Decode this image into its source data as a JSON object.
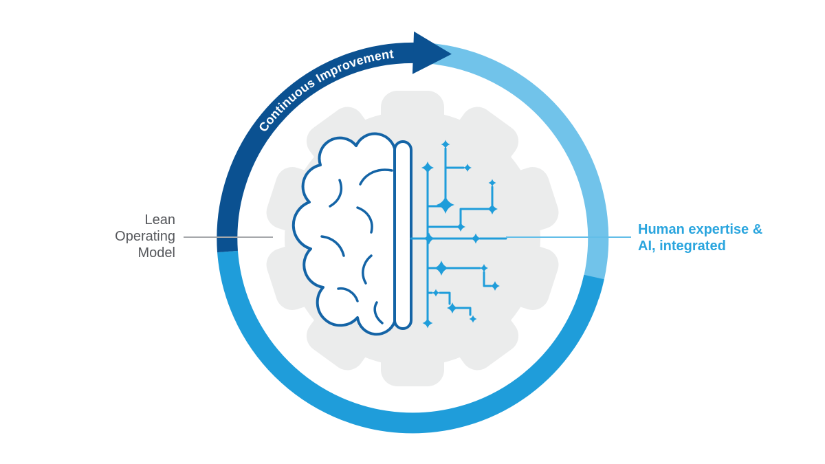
{
  "ring": {
    "arc_label": "Continuous Improvement"
  },
  "labels": {
    "left": {
      "lines": [
        "Lean",
        "Operating",
        "Model"
      ]
    },
    "right": {
      "lines": [
        "Human expertise &",
        "AI, integrated"
      ]
    }
  },
  "icons": {
    "gear": "gear-icon",
    "brain": "human-brain-icon",
    "network": "ai-neural-network-icon",
    "arrow": "arrow-head-icon",
    "sparkle": "sparkle-icon"
  },
  "colors": {
    "background": "#FFFFFF",
    "arc_dark": "#0B5191",
    "arc_mid": "#1F9DDA",
    "arc_light": "#71C3EA",
    "arc_text": "#FFFFFF",
    "gear_fill": "#EBECEC",
    "brain_stroke": "#1464A6",
    "network_color": "#1F9DDA",
    "left_text": "#55575B",
    "left_line": "#A6A8AB",
    "right_text": "#2AA5DE",
    "right_line": "#63BEE8"
  }
}
